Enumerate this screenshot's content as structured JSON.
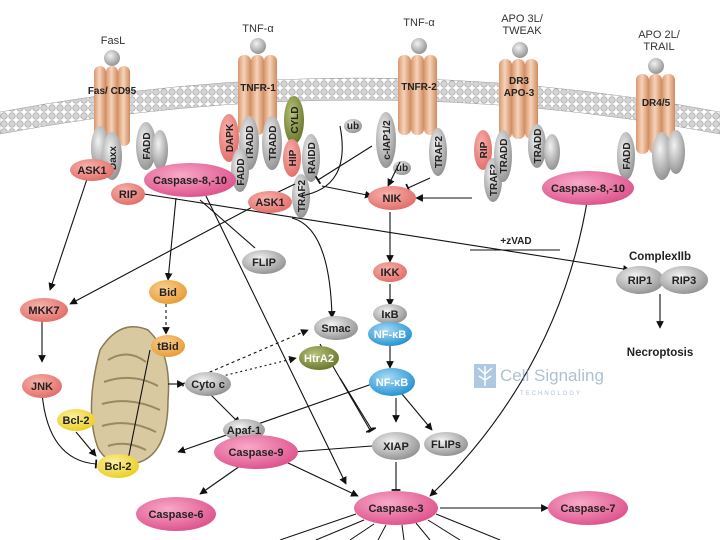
{
  "ligands": {
    "fasl": "FasL",
    "tnfa_1": "TNF-α",
    "tnfa_2": "TNF-α",
    "apo3l_1": "APO 3L/ TWEAK",
    "apo2l": "APO 2L/ TRAIL"
  },
  "receptors": {
    "fas": "Fas/ CD95",
    "tnfr1": "TNFR-1",
    "tnfr2": "TNFR-2",
    "dr3": "DR3 APO-3",
    "dr45": "DR4/5"
  },
  "adaptors": {
    "daxx": "Daxx",
    "fadd_fas": "FADD",
    "dapk": "DAPK",
    "tradd_1": "TRADD",
    "tradd_2": "TRADD",
    "cyld": "CYLD",
    "fadd_tnfr1": "FADD",
    "hip": "HIP",
    "raidd": "RAIDD",
    "traf2_tnfr1": "TRAF2",
    "ciap": "c-IAP1/2",
    "traf2_tnfr2": "TRAF2",
    "rip_dr3": "RIP",
    "traf2_dr3": "TRAF2",
    "tradd_dr3_a": "TRADD",
    "tradd_dr3_b": "TRADD",
    "fadd_dr45": "FADD",
    "ub_1": "ub",
    "ub_2": "ub"
  },
  "nodes": {
    "ask1_left": "ASK1",
    "rip_left": "RIP",
    "caspase810_left": "Caspase-8,-10",
    "ask1_mid": "ASK1",
    "nik": "NIK",
    "caspase810_right": "Caspase-8,-10",
    "flip": "FLIP",
    "ikk": "IKK",
    "ikb": "IκB",
    "nfkb_1": "NF-κB",
    "nfkb_2": "NF-κB",
    "bid": "Bid",
    "tbid": "tBid",
    "mkk7": "MKK7",
    "jnk": "JNK",
    "bcl2_a": "Bcl-2",
    "bcl2_b": "Bcl-2",
    "smac": "Smac",
    "htra2": "HtrA2",
    "cytoc": "Cyto c",
    "apaf1": "Apaf-1",
    "caspase9": "Caspase-9",
    "xiap": "XIAP",
    "flips": "FLIPs",
    "caspase6": "Caspase-6",
    "caspase3": "Caspase-3",
    "caspase7": "Caspase-7"
  },
  "necroptosis": {
    "zvad": "+zVAD",
    "complex": "ComplexIIb",
    "rip1": "RIP1",
    "rip3": "RIP3",
    "result": "Necroptosis"
  },
  "watermark": {
    "brand": "Cell Signaling",
    "sub": "TECHNOLOGY"
  },
  "colors": {
    "receptor": "#e9b898",
    "pink_node": "#e8709c",
    "salmon_node": "#ec8a86",
    "orange_node": "#f0b45c",
    "blue_node": "#3aa8e0",
    "olive_node": "#7a8a3a",
    "gray_node": "#a0a0a0",
    "yellow_node": "#f2dc3e",
    "mito": "#d9c9a0"
  }
}
